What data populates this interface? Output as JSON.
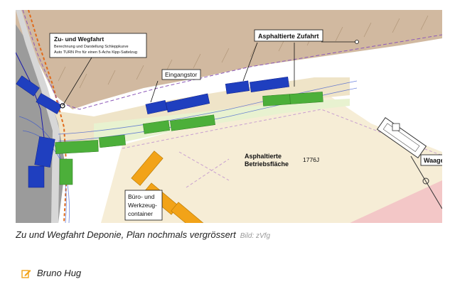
{
  "plan": {
    "title": "Zu- und Wegfahrt",
    "subtitle_1": "Berechnung und Darstellung Schleppkurve",
    "subtitle_2": "Auto TURN Pro für einen 5-Achs Kipp-Sattelzug",
    "label_asphalt_access": "Asphaltierte Zufahrt",
    "label_gate": "Eingangstor",
    "label_area_1": "Asphaltierte",
    "label_area_2": "Betriebsfläche",
    "label_area_code": "1776J",
    "label_office_1": "Büro- und",
    "label_office_2": "Werkzeug-",
    "label_office_3": "container",
    "label_scale": "Waage",
    "colors": {
      "truck_blue": "#1f3fbf",
      "truck_green": "#4caf3a",
      "embankment": "#c9ad8f",
      "asphalt_area": "#f6edd6",
      "container_orange": "#f2a318",
      "pink_zone": "#f3c7c7"
    }
  },
  "caption": {
    "text": "Zu und Wegfahrt Deponie, Plan nochmals vergrössert",
    "credit": "Bild: zVfg"
  },
  "author": {
    "icon": "edit-pen-icon",
    "name": "Bruno Hug"
  }
}
